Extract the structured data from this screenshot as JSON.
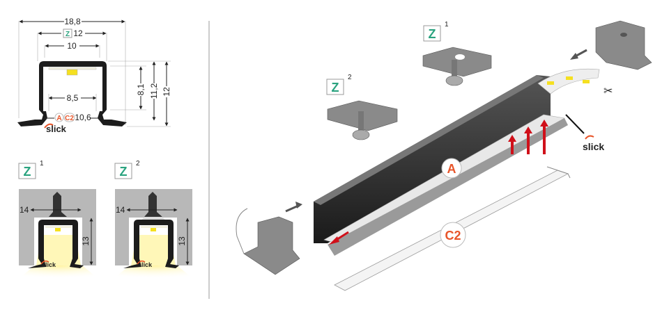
{
  "colors": {
    "accent_orange": "#e8552a",
    "z_green": "#2aa37f",
    "profile_black": "#1c1c1c",
    "wall_gray": "#b8b8b8",
    "arrow_red": "#d0101a"
  },
  "cross_section": {
    "width_total": "18,8",
    "width_z": "12",
    "width_inner_top": "10",
    "width_inner": "8,5",
    "width_opening": "10,6",
    "height_inner": "8,1",
    "height_mid": "11,2",
    "height_total": "12",
    "z_badge": "Z",
    "a_badge": "A",
    "c2_badge": "C2",
    "brand": "slick"
  },
  "mount_variants": [
    {
      "badge": "Z",
      "index": "1",
      "width": "14",
      "height": "13",
      "brand": "slick"
    },
    {
      "badge": "Z",
      "index": "2",
      "width": "14",
      "height": "13",
      "brand": "slick"
    }
  ],
  "exploded_view": {
    "clip1": {
      "badge": "Z",
      "index": "1"
    },
    "clip2": {
      "badge": "Z",
      "index": "2"
    },
    "diffuser_a": "A",
    "cover_c2": "C2",
    "brand": "slick"
  }
}
